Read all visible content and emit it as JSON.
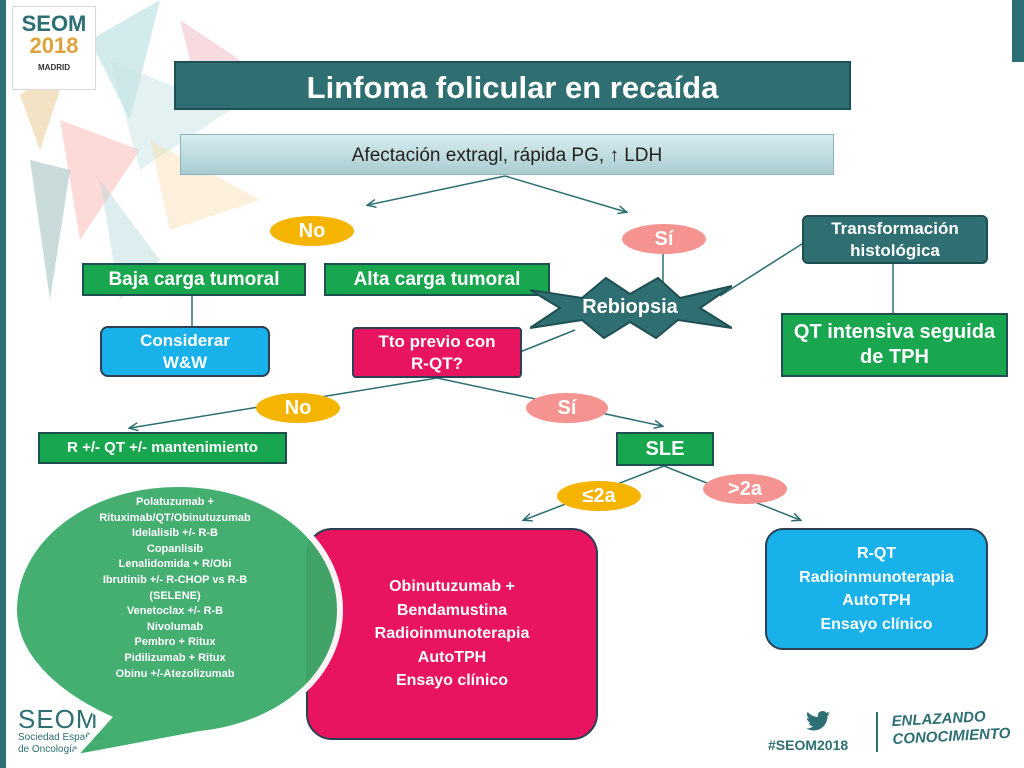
{
  "header": {
    "logo_line1": "SEOM",
    "logo_line2": "2018",
    "logo_line3": "MADRID",
    "title": "Linfoma folicular en recaída"
  },
  "question": "Afectación extragl, rápida PG, ↑ LDH",
  "branch1": {
    "no": "No",
    "si": "Sí"
  },
  "nodes": {
    "baja_carga": "Baja carga tumoral",
    "alta_carga": "Alta carga tumoral",
    "rebiopsia": "Rebiopsia",
    "transformacion": "Transformación histológica",
    "qt_intensiva": "QT intensiva seguida de TPH",
    "considerar": "Considerar W&W",
    "tto_previo": "Tto previo con R-QT?",
    "r_qt_mant": "R +/- QT +/- mantenimiento",
    "sle": "SLE"
  },
  "branch2": {
    "no": "No",
    "si": "Sí"
  },
  "branch3": {
    "le2": "≤2a",
    "gt2": ">2a"
  },
  "treatments_le2": [
    "Obinutuzumab +",
    "Bendamustina",
    "Radioinmunoterapia",
    "AutoTPH",
    "Ensayo clínico"
  ],
  "treatments_gt2": [
    "R-QT",
    "Radioinmunoterapia",
    "AutoTPH",
    "Ensayo clínico"
  ],
  "bubble": [
    "Polatuzumab +",
    "Rituximab/QT/Obinutuzumab",
    "Idelalisib +/- R-B",
    "Copanlisib",
    "Lenalidomida + R/Obi",
    "Ibrutinib +/- R-CHOP vs R-B",
    "(SELENE)",
    "Venetoclax +/- R-B",
    "Nivolumab",
    "Pembro + Ritux",
    "Pidilizumab + Ritux",
    "Obinu +/-Atezolizumab"
  ],
  "footer": {
    "seom": "SEOM",
    "society1": "Sociedad Española",
    "society2": "de Oncología Médica",
    "hashtag": "#SEOM2018",
    "motto1": "ENLAZANDO",
    "motto2": "CONOCIMIENTO"
  },
  "colors": {
    "teal": "#2f6f72",
    "green": "#18a74e",
    "blue": "#19b1ea",
    "magenta": "#e8145f",
    "yellow": "#f5b400",
    "pink": "#f4938f",
    "bubble_green": "#3aab6a"
  },
  "icons": [
    "twitter-icon"
  ]
}
